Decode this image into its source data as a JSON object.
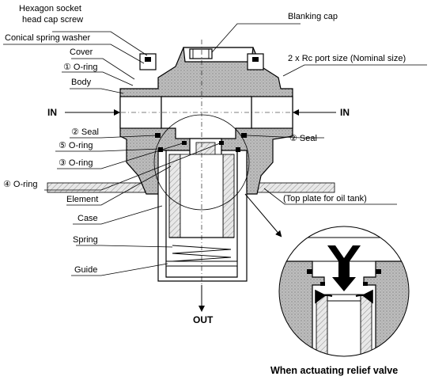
{
  "labels": {
    "hex_screw_1": "Hexagon socket",
    "hex_screw_2": "head cap screw",
    "spring_washer": "Conical spring washer",
    "cover": "Cover",
    "oring1": "① O-ring",
    "body": "Body",
    "blanking_cap": "Blanking cap",
    "port_size": "2 x Rc port size (Nominal size)",
    "in_left": "IN",
    "in_right": "IN",
    "seal_left": "② Seal",
    "seal_right": "② Seal",
    "oring5": "⑤ O-ring",
    "oring3": "③ O-ring",
    "oring4": "④ O-ring",
    "element": "Element",
    "case": "Case",
    "spring": "Spring",
    "guide": "Guide",
    "top_plate": "(Top plate for oil tank)",
    "out": "OUT",
    "caption": "When actuating relief valve"
  }
}
